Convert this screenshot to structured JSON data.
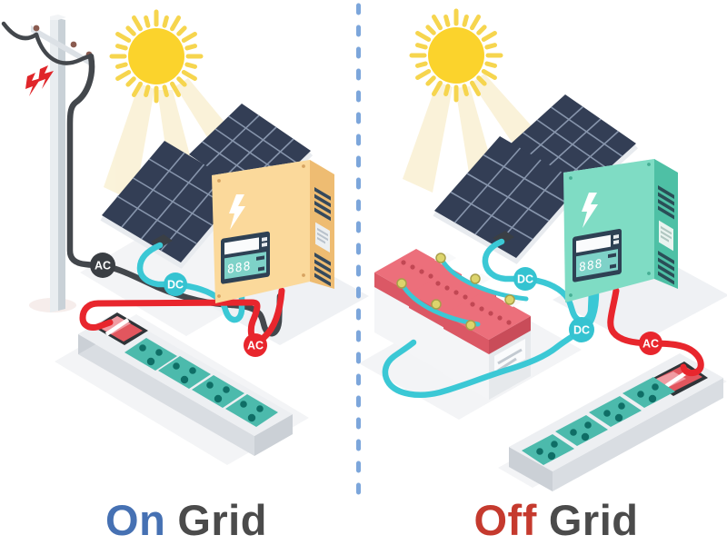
{
  "left": {
    "caption": {
      "word1": "On",
      "word2": "Grid"
    },
    "badges": {
      "grid_ac": "AC",
      "dc": "DC",
      "ac_out": "AC"
    },
    "inverter_display": "888"
  },
  "right": {
    "caption": {
      "word1": "Off",
      "word2": "Grid"
    },
    "badges": {
      "dc_panel": "DC",
      "dc_battery": "DC",
      "ac_out": "AC"
    },
    "inverter_display": "888"
  },
  "colors": {
    "divider": "#7CA6DB",
    "caption_on": "#4671B3",
    "caption_off": "#C53A2E",
    "caption_grid": "#4B4B4B",
    "wire_grid_ac": "#43474C",
    "wire_dc": "#3BC8D5",
    "wire_ac": "#E8262D",
    "sun": "#FBD32C",
    "solar_panel": "#333E55",
    "inverter_on_grid": "#FBD99B",
    "inverter_off_grid": "#7FDCC4",
    "battery": "#EC6F7B",
    "outlet": "#4CBAAC"
  }
}
